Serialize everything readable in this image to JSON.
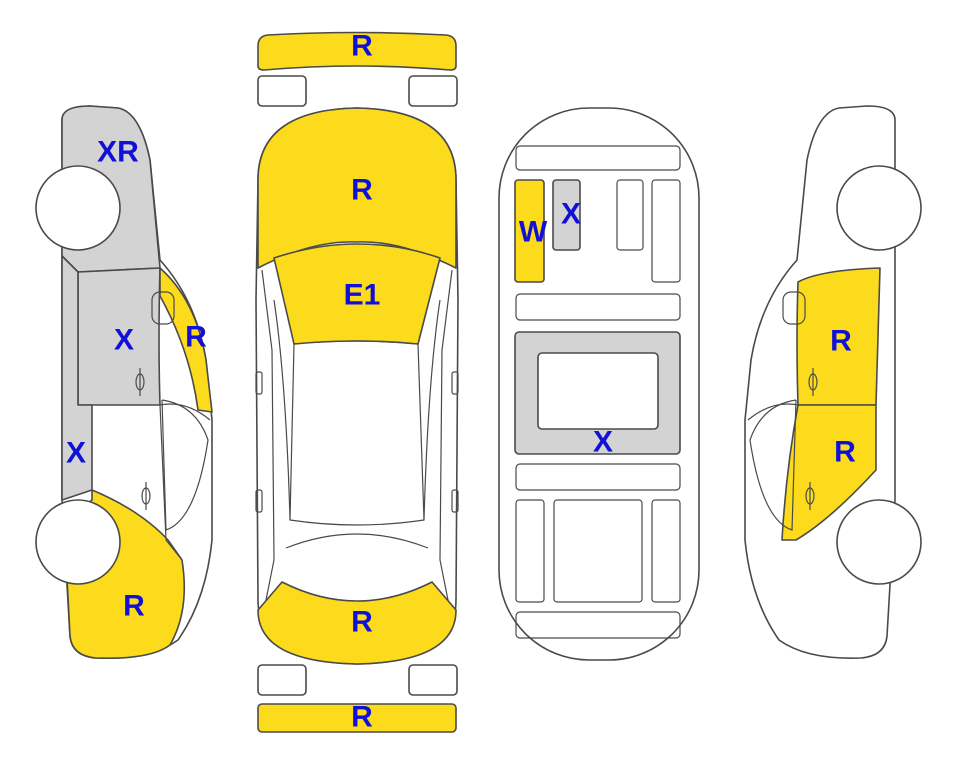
{
  "colors": {
    "repaint": "#FBDB1C",
    "replaced": "#D3D3D3",
    "untouched": "#FFFFFF",
    "outline": "#4A4A4A",
    "label": "#1010D8"
  },
  "left_side": {
    "rear_quarter": "XR",
    "rear_door": "X",
    "rear_door_edge": "R",
    "front_quarter": "X",
    "front_fender": "R"
  },
  "top_view": {
    "rear_bumper": "R",
    "trunk": "R",
    "roof_rear": "E1",
    "hood": "R",
    "front_bumper": "R"
  },
  "underbody": {
    "rail_left": "W",
    "rail_right": "X",
    "center_pan": "X"
  },
  "right_side": {
    "rear_door": "R",
    "front_door": "R"
  }
}
